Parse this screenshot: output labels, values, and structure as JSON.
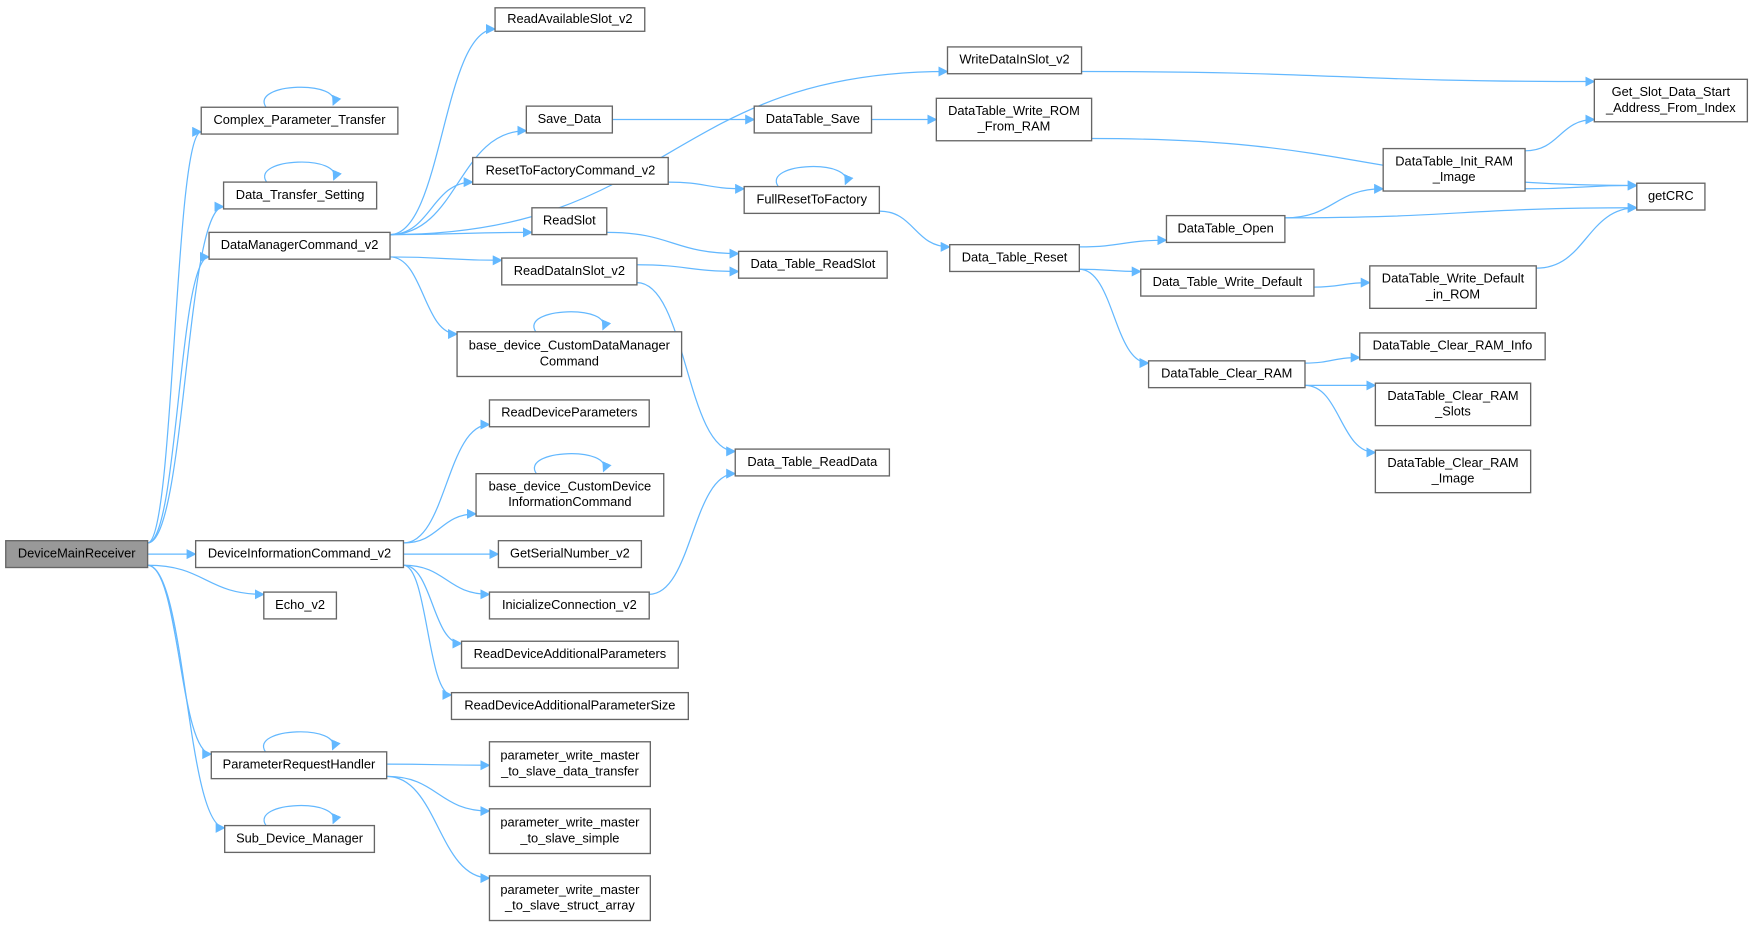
{
  "graph": {
    "type": "call-graph",
    "edge_color": "#63b8ff",
    "root_fill": "#999999",
    "nodes": {
      "DeviceMainReceiver": {
        "lines": [
          "DeviceMainReceiver"
        ]
      },
      "Complex_Parameter_Transfer": {
        "lines": [
          "Complex_Parameter_Transfer"
        ]
      },
      "Data_Transfer_Setting": {
        "lines": [
          "Data_Transfer_Setting"
        ]
      },
      "DataManagerCommand_v2": {
        "lines": [
          "DataManagerCommand_v2"
        ]
      },
      "DeviceInformationCommand_v2": {
        "lines": [
          "DeviceInformationCommand_v2"
        ]
      },
      "Echo_v2": {
        "lines": [
          "Echo_v2"
        ]
      },
      "ParameterRequestHandler": {
        "lines": [
          "ParameterRequestHandler"
        ]
      },
      "Sub_Device_Manager": {
        "lines": [
          "Sub_Device_Manager"
        ]
      },
      "ReadAvailableSlot_v2": {
        "lines": [
          "ReadAvailableSlot_v2"
        ]
      },
      "WriteDataInSlot_v2": {
        "lines": [
          "WriteDataInSlot_v2"
        ]
      },
      "Save_Data": {
        "lines": [
          "Save_Data"
        ]
      },
      "ResetToFactoryCommand_v2": {
        "lines": [
          "ResetToFactoryCommand_v2"
        ]
      },
      "ReadSlot": {
        "lines": [
          "ReadSlot"
        ]
      },
      "ReadDataInSlot_v2": {
        "lines": [
          "ReadDataInSlot_v2"
        ]
      },
      "base_device_CustomDataManagerCommand": {
        "lines": [
          "base_device_CustomDataManager",
          "Command"
        ]
      },
      "ReadDeviceParameters": {
        "lines": [
          "ReadDeviceParameters"
        ]
      },
      "base_device_CustomDeviceInformationCommand": {
        "lines": [
          "base_device_CustomDevice",
          "InformationCommand"
        ]
      },
      "GetSerialNumber_v2": {
        "lines": [
          "GetSerialNumber_v2"
        ]
      },
      "InicializeConnection_v2": {
        "lines": [
          "InicializeConnection_v2"
        ]
      },
      "ReadDeviceAdditionalParameters": {
        "lines": [
          "ReadDeviceAdditionalParameters"
        ]
      },
      "ReadDeviceAdditionalParameterSize": {
        "lines": [
          "ReadDeviceAdditionalParameterSize"
        ]
      },
      "pwm_data_transfer": {
        "lines": [
          "parameter_write_master",
          "_to_slave_data_transfer"
        ]
      },
      "pwm_simple": {
        "lines": [
          "parameter_write_master",
          "_to_slave_simple"
        ]
      },
      "pwm_struct_array": {
        "lines": [
          "parameter_write_master",
          "_to_slave_struct_array"
        ]
      },
      "DataTable_Save": {
        "lines": [
          "DataTable_Save"
        ]
      },
      "FullResetToFactory": {
        "lines": [
          "FullResetToFactory"
        ]
      },
      "Data_Table_ReadSlot": {
        "lines": [
          "Data_Table_ReadSlot"
        ]
      },
      "Data_Table_ReadData": {
        "lines": [
          "Data_Table_ReadData"
        ]
      },
      "DataTable_Write_ROM_From_RAM": {
        "lines": [
          "DataTable_Write_ROM",
          "_From_RAM"
        ]
      },
      "Data_Table_Reset": {
        "lines": [
          "Data_Table_Reset"
        ]
      },
      "DataTable_Open": {
        "lines": [
          "DataTable_Open"
        ]
      },
      "Data_Table_Write_Default": {
        "lines": [
          "Data_Table_Write_Default"
        ]
      },
      "DataTable_Clear_RAM": {
        "lines": [
          "DataTable_Clear_RAM"
        ]
      },
      "DataTable_Init_RAM_Image": {
        "lines": [
          "DataTable_Init_RAM",
          "_Image"
        ]
      },
      "DataTable_Write_Default_in_ROM": {
        "lines": [
          "DataTable_Write_Default",
          "_in_ROM"
        ]
      },
      "DataTable_Clear_RAM_Info": {
        "lines": [
          "DataTable_Clear_RAM_Info"
        ]
      },
      "DataTable_Clear_RAM_Slots": {
        "lines": [
          "DataTable_Clear_RAM",
          "_Slots"
        ]
      },
      "DataTable_Clear_RAM_Image": {
        "lines": [
          "DataTable_Clear_RAM",
          "_Image"
        ]
      },
      "Get_Slot_Data_Start_Address_From_Index": {
        "lines": [
          "Get_Slot_Data_Start",
          "_Address_From_Index"
        ]
      },
      "getCRC": {
        "lines": [
          "getCRC"
        ]
      }
    },
    "edges": [
      [
        "DeviceMainReceiver",
        "Complex_Parameter_Transfer"
      ],
      [
        "DeviceMainReceiver",
        "Data_Transfer_Setting"
      ],
      [
        "DeviceMainReceiver",
        "DataManagerCommand_v2"
      ],
      [
        "DeviceMainReceiver",
        "DeviceInformationCommand_v2"
      ],
      [
        "DeviceMainReceiver",
        "Echo_v2"
      ],
      [
        "DeviceMainReceiver",
        "ParameterRequestHandler"
      ],
      [
        "DeviceMainReceiver",
        "Sub_Device_Manager"
      ],
      [
        "Complex_Parameter_Transfer",
        "Complex_Parameter_Transfer"
      ],
      [
        "Data_Transfer_Setting",
        "Data_Transfer_Setting"
      ],
      [
        "ParameterRequestHandler",
        "ParameterRequestHandler"
      ],
      [
        "Sub_Device_Manager",
        "Sub_Device_Manager"
      ],
      [
        "base_device_CustomDataManagerCommand",
        "base_device_CustomDataManagerCommand"
      ],
      [
        "base_device_CustomDeviceInformationCommand",
        "base_device_CustomDeviceInformationCommand"
      ],
      [
        "FullResetToFactory",
        "FullResetToFactory"
      ],
      [
        "DataManagerCommand_v2",
        "ReadAvailableSlot_v2"
      ],
      [
        "DataManagerCommand_v2",
        "WriteDataInSlot_v2"
      ],
      [
        "DataManagerCommand_v2",
        "Save_Data"
      ],
      [
        "DataManagerCommand_v2",
        "ResetToFactoryCommand_v2"
      ],
      [
        "DataManagerCommand_v2",
        "ReadSlot"
      ],
      [
        "DataManagerCommand_v2",
        "ReadDataInSlot_v2"
      ],
      [
        "DataManagerCommand_v2",
        "base_device_CustomDataManagerCommand"
      ],
      [
        "DeviceInformationCommand_v2",
        "ReadDeviceParameters"
      ],
      [
        "DeviceInformationCommand_v2",
        "base_device_CustomDeviceInformationCommand"
      ],
      [
        "DeviceInformationCommand_v2",
        "GetSerialNumber_v2"
      ],
      [
        "DeviceInformationCommand_v2",
        "InicializeConnection_v2"
      ],
      [
        "DeviceInformationCommand_v2",
        "ReadDeviceAdditionalParameters"
      ],
      [
        "DeviceInformationCommand_v2",
        "ReadDeviceAdditionalParameterSize"
      ],
      [
        "ParameterRequestHandler",
        "pwm_data_transfer"
      ],
      [
        "ParameterRequestHandler",
        "pwm_simple"
      ],
      [
        "ParameterRequestHandler",
        "pwm_struct_array"
      ],
      [
        "Save_Data",
        "DataTable_Save"
      ],
      [
        "DataTable_Save",
        "DataTable_Write_ROM_From_RAM"
      ],
      [
        "DataTable_Write_ROM_From_RAM",
        "getCRC"
      ],
      [
        "ResetToFactoryCommand_v2",
        "FullResetToFactory"
      ],
      [
        "FullResetToFactory",
        "Data_Table_Reset"
      ],
      [
        "ReadSlot",
        "Data_Table_ReadSlot"
      ],
      [
        "ReadDataInSlot_v2",
        "Data_Table_ReadSlot"
      ],
      [
        "ReadDataInSlot_v2",
        "Data_Table_ReadData"
      ],
      [
        "InicializeConnection_v2",
        "Data_Table_ReadData"
      ],
      [
        "WriteDataInSlot_v2",
        "Get_Slot_Data_Start_Address_From_Index"
      ],
      [
        "Data_Table_Reset",
        "DataTable_Open"
      ],
      [
        "Data_Table_Reset",
        "Data_Table_Write_Default"
      ],
      [
        "Data_Table_Reset",
        "DataTable_Clear_RAM"
      ],
      [
        "DataTable_Open",
        "DataTable_Init_RAM_Image"
      ],
      [
        "DataTable_Open",
        "getCRC"
      ],
      [
        "DataTable_Init_RAM_Image",
        "Get_Slot_Data_Start_Address_From_Index"
      ],
      [
        "DataTable_Init_RAM_Image",
        "getCRC"
      ],
      [
        "Data_Table_Write_Default",
        "DataTable_Write_Default_in_ROM"
      ],
      [
        "DataTable_Write_Default_in_ROM",
        "getCRC"
      ],
      [
        "DataTable_Clear_RAM",
        "DataTable_Clear_RAM_Info"
      ],
      [
        "DataTable_Clear_RAM",
        "DataTable_Clear_RAM_Slots"
      ],
      [
        "DataTable_Clear_RAM",
        "DataTable_Clear_RAM_Image"
      ]
    ]
  }
}
